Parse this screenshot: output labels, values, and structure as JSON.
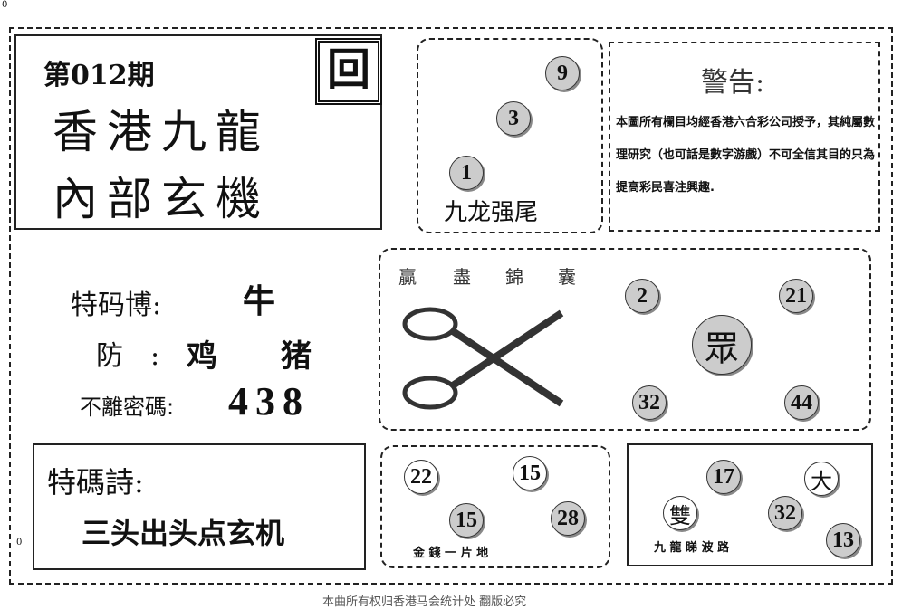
{
  "corner_mark": "0",
  "left_mark": "0",
  "header": {
    "issue": "第012期",
    "title_line1": "香港九龍",
    "title_line2": "內部玄機",
    "logo_char": "回"
  },
  "jiulong": {
    "balls": [
      "9",
      "3",
      "1"
    ],
    "caption": "九龙强尾"
  },
  "warning": {
    "title": "警告:",
    "text": "本圖所有欄目均經香港六合彩公司授予，其純屬數理研究（也可話是數字游戲）不可全信其目的只為提高彩民喜注興趣."
  },
  "picks": {
    "tema_label": "特码博:",
    "tema_value": "牛",
    "fang_label": "防　:",
    "fang_values": [
      "鸡",
      "猪"
    ],
    "buli_label": "不離密碼:",
    "buli_value": "438"
  },
  "jinnang": {
    "title_chars": [
      "贏",
      "盡",
      "錦",
      "囊"
    ],
    "balls": [
      "2",
      "21",
      "32",
      "44"
    ],
    "center_char": "眾"
  },
  "poem": {
    "label": "特碼詩:",
    "text": "三头出头点玄机"
  },
  "jinqian": {
    "balls": [
      "22",
      "15",
      "15",
      "28"
    ],
    "caption": "金 錢 一 片 地"
  },
  "bolu": {
    "balls": [
      "17",
      "大",
      "雙",
      "32",
      "13"
    ],
    "caption": "九 龍 睇 波 路"
  },
  "footer": "本曲所有权归香港马会统计处 翻版必究"
}
